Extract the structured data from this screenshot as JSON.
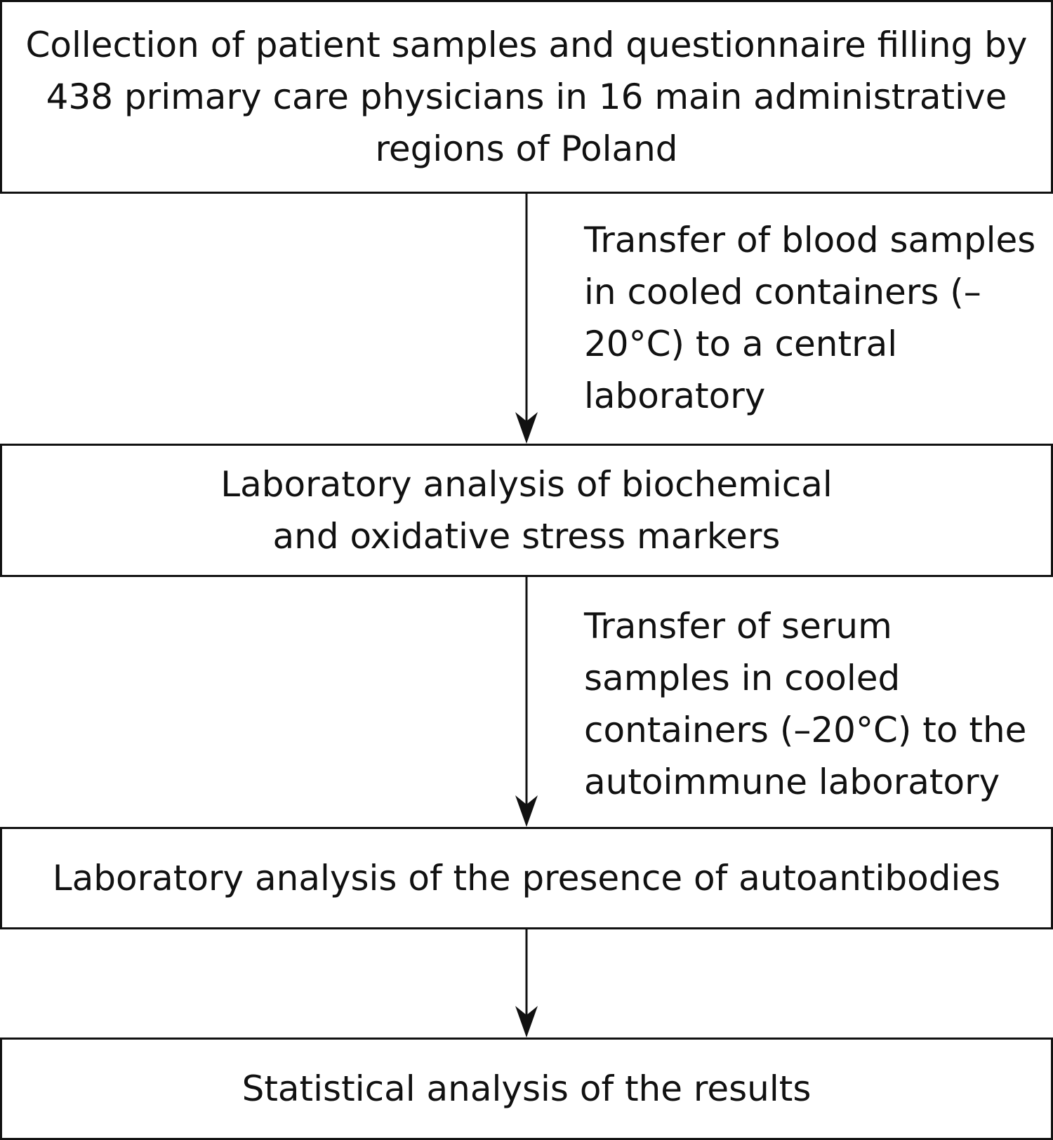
{
  "steps": [
    {
      "text": "Collection of patient samples and questionnaire filling by 438 primary care physicians in 16 main administrative regions of Poland"
    },
    {
      "text": "Laboratory analysis of biochemical and oxidative stress markers"
    },
    {
      "text": "Laboratory analysis of the presence of autoantibodies"
    },
    {
      "text": "Statistical analysis of the results"
    }
  ],
  "transfers": [
    {
      "text": "Transfer of blood samples in cooled containers (–20°C) to a central laboratory"
    },
    {
      "text": "Transfer of serum samples in cooled containers (–20°C) to the autoimmune laboratory"
    }
  ]
}
